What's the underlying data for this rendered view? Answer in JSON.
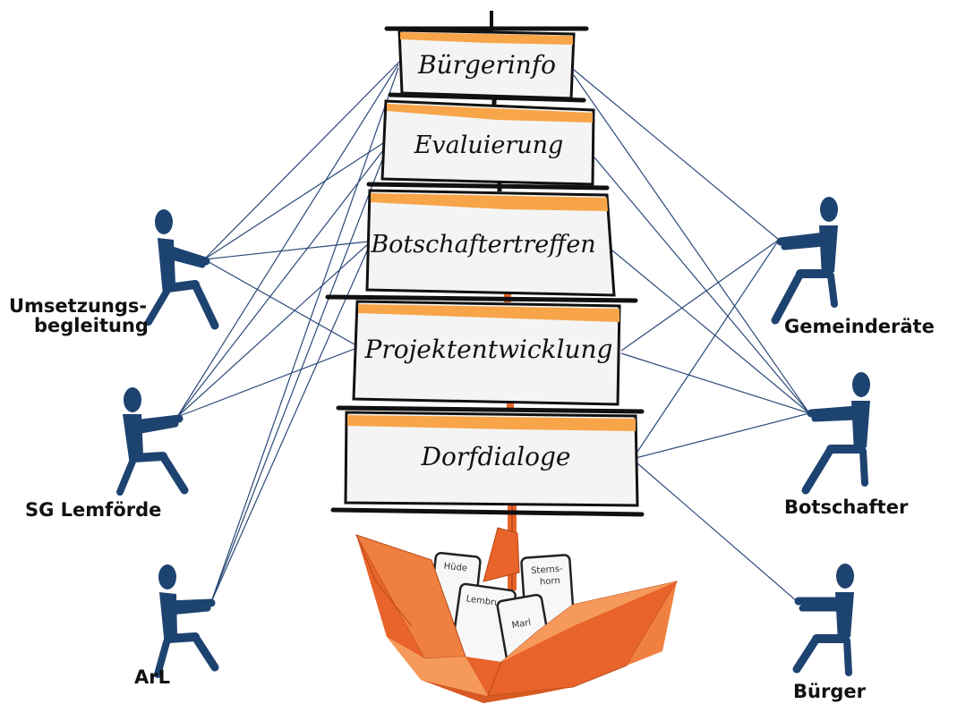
{
  "sails": [
    {
      "label": "Bürgerinfo"
    },
    {
      "label": "Evaluierung"
    },
    {
      "label": "Botschaftertreffen"
    },
    {
      "label": "Projektentwicklung"
    },
    {
      "label": "Dorfdialoge"
    }
  ],
  "people": {
    "left": [
      {
        "label_line1": "Umsetzungs-",
        "label_line2": "begleitung"
      },
      {
        "label_line1": "SG Lemförde",
        "label_line2": ""
      },
      {
        "label_line1": "ArL",
        "label_line2": ""
      }
    ],
    "right": [
      {
        "label_line1": "Gemeinderäte",
        "label_line2": ""
      },
      {
        "label_line1": "Botschafter",
        "label_line2": ""
      },
      {
        "label_line1": "Bürger",
        "label_line2": ""
      }
    ]
  },
  "cards": [
    {
      "line1": "Hüde",
      "line2": ""
    },
    {
      "line1": "Sterns-",
      "line2": "horn"
    },
    {
      "line1": "Lembruch",
      "line2": ""
    },
    {
      "line1": "Marl",
      "line2": ""
    }
  ],
  "colors": {
    "sail_fill": "#f4f4f4",
    "sail_band": "#f7a548",
    "sail_outline": "#111111",
    "boat_light": "#f59a5a",
    "boat_mid": "#f08040",
    "boat_dark": "#e8642a",
    "person": "#1d4371",
    "rope": "#2c4a78"
  }
}
